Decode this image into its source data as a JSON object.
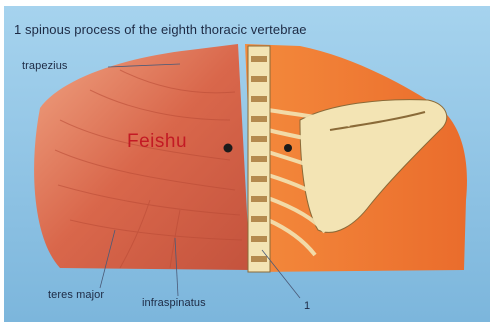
{
  "caption": "1 spinous process of the eighth thoracic vertebrae",
  "labels": {
    "trapezius": "trapezius",
    "feishu": "Feishu",
    "teres_major": "teres major",
    "infraspinatus": "infraspinatus",
    "spinous_marker": "1"
  },
  "colors": {
    "background_blue": "#8ec4e4",
    "muscle_red": "#d9674b",
    "muscle_light": "#ef9d7e",
    "skin_orange": "#ef7b35",
    "bone_cream": "#f3e4b4",
    "point_dark": "#1b1b1b",
    "feishu_red": "#c31a24"
  }
}
